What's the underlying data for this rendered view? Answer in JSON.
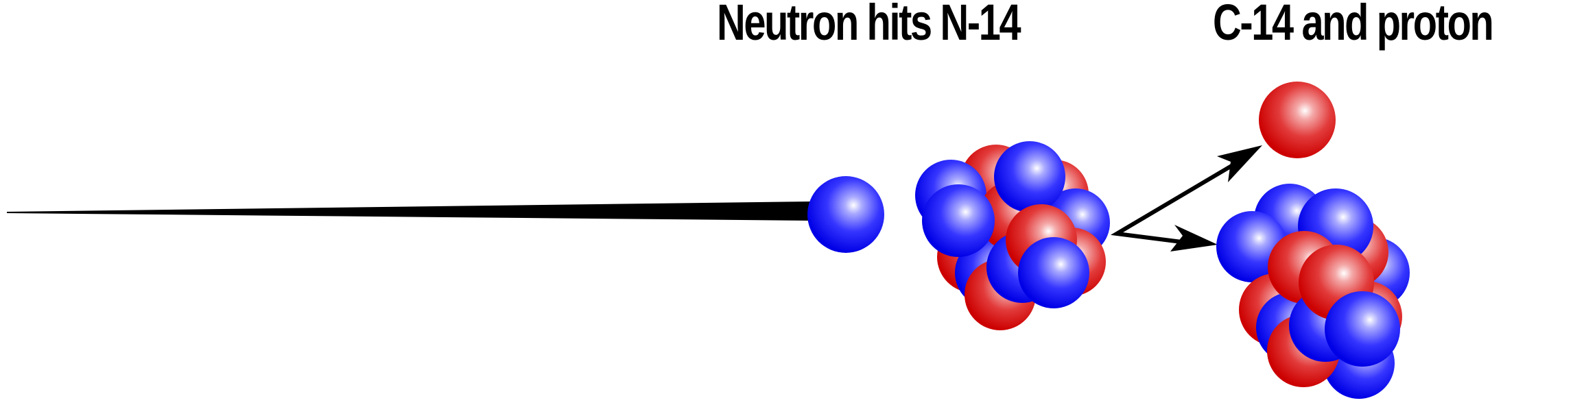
{
  "labels": {
    "left": "Neutron hits N-14",
    "right": "C-14 and proton"
  },
  "colors": {
    "proton": "#dd0000",
    "neutron": "#0000ee",
    "arrow": "#000000",
    "text": "#000000"
  },
  "particles": {
    "incoming": "neutron",
    "target_nucleus": "N-14",
    "products": [
      "proton",
      "C-14"
    ]
  }
}
